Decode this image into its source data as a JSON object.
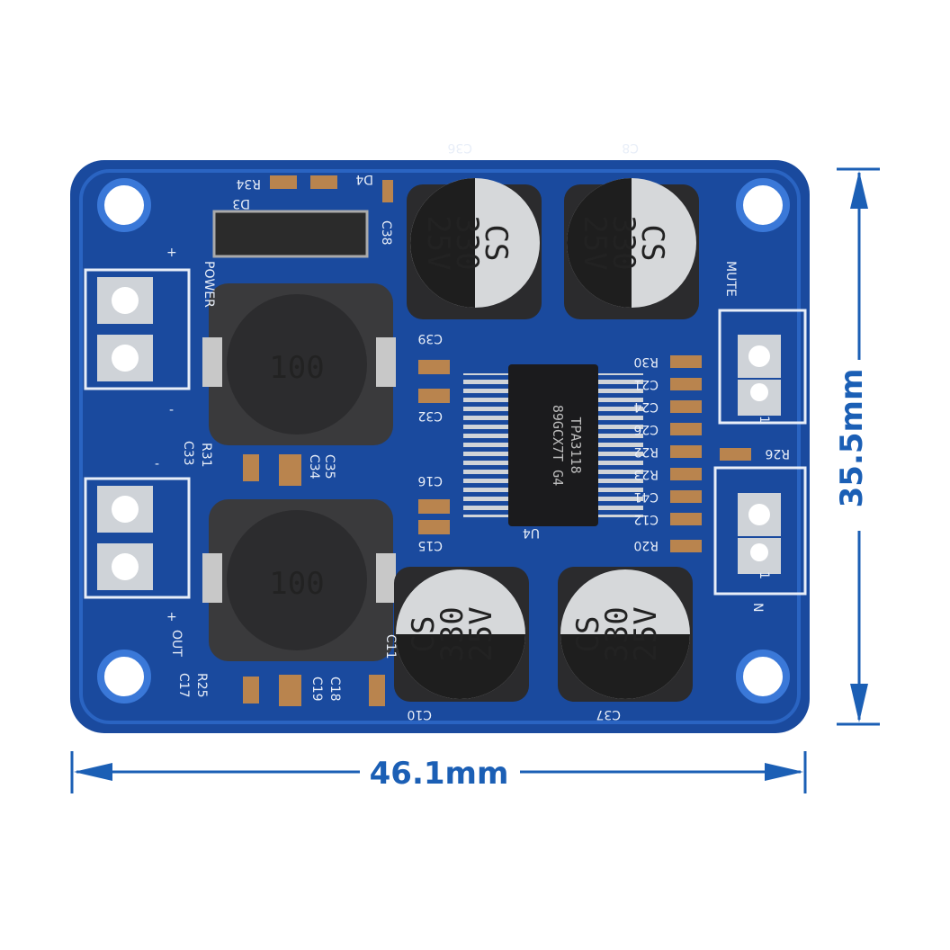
{
  "dimensions": {
    "width_label": "46.1mm",
    "height_label": "35.5mm",
    "color": "#1b5fb5"
  },
  "board": {
    "pcb_color": "#1a4a9e",
    "chip_label": "TPA3118",
    "chip_code": "89GCX7T G4",
    "chip_ref": "U4",
    "inductors": [
      {
        "value": "100"
      },
      {
        "value": "100"
      }
    ],
    "capacitors": [
      {
        "ref": "C36",
        "lines": [
          "CS",
          "330",
          "25V"
        ]
      },
      {
        "ref": "C8",
        "lines": [
          "CS",
          "330",
          "25V"
        ]
      },
      {
        "ref": "C10",
        "lines": [
          "CS",
          "330",
          "25V"
        ]
      },
      {
        "ref": "C37",
        "lines": [
          "CS",
          "330",
          "25V"
        ]
      }
    ],
    "silkscreen": {
      "power": "POWER",
      "out": "OUT",
      "mute": "MUTE",
      "plus": "+",
      "minus": "-",
      "n": "N",
      "pin1": "1",
      "refs": [
        "R34",
        "D4",
        "D3",
        "C38",
        "C39",
        "C32",
        "R30",
        "C21",
        "C24",
        "C26",
        "R22",
        "R23",
        "C41",
        "C12",
        "R20",
        "R26",
        "C16",
        "C15",
        "C33",
        "R31",
        "C34",
        "C35",
        "C11",
        "R25",
        "C17",
        "C19",
        "C18"
      ]
    }
  }
}
